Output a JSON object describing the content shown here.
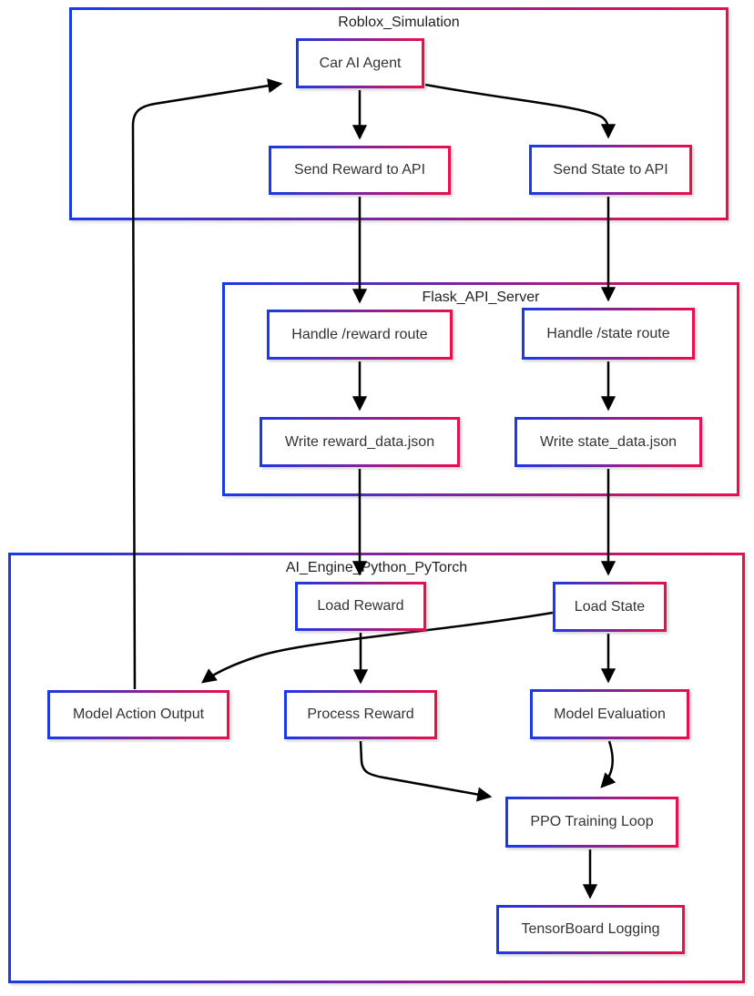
{
  "colors": {
    "gradient_start": "#1a3ae6",
    "gradient_end": "#ea0e4e",
    "edge": "#000000",
    "text": "#333333",
    "background": "#ffffff"
  },
  "containers": [
    {
      "id": "roblox",
      "label": "Roblox_Simulation"
    },
    {
      "id": "flask",
      "label": "Flask_API_Server"
    },
    {
      "id": "ai",
      "label": "AI_Engine_Python_PyTorch"
    }
  ],
  "nodes": [
    {
      "id": "car_ai_agent",
      "label": "Car AI Agent"
    },
    {
      "id": "send_reward_to_api",
      "label": "Send Reward to API"
    },
    {
      "id": "send_state_to_api",
      "label": "Send State to API"
    },
    {
      "id": "handle_reward_route",
      "label": "Handle /reward route"
    },
    {
      "id": "handle_state_route",
      "label": "Handle /state route"
    },
    {
      "id": "write_reward_json",
      "label": "Write reward_data.json"
    },
    {
      "id": "write_state_json",
      "label": "Write state_data.json"
    },
    {
      "id": "load_reward",
      "label": "Load Reward"
    },
    {
      "id": "load_state",
      "label": "Load State"
    },
    {
      "id": "model_action_output",
      "label": "Model Action Output"
    },
    {
      "id": "process_reward",
      "label": "Process Reward"
    },
    {
      "id": "model_evaluation",
      "label": "Model Evaluation"
    },
    {
      "id": "ppo_training_loop",
      "label": "PPO Training Loop"
    },
    {
      "id": "tensorboard_logging",
      "label": "TensorBoard Logging"
    }
  ],
  "edges": [
    {
      "from": "car_ai_agent",
      "to": "send_reward_to_api"
    },
    {
      "from": "car_ai_agent",
      "to": "send_state_to_api"
    },
    {
      "from": "send_reward_to_api",
      "to": "handle_reward_route"
    },
    {
      "from": "send_state_to_api",
      "to": "handle_state_route"
    },
    {
      "from": "handle_reward_route",
      "to": "write_reward_json"
    },
    {
      "from": "handle_state_route",
      "to": "write_state_json"
    },
    {
      "from": "write_reward_json",
      "to": "load_reward"
    },
    {
      "from": "write_state_json",
      "to": "load_state"
    },
    {
      "from": "load_reward",
      "to": "process_reward"
    },
    {
      "from": "load_state",
      "to": "model_evaluation"
    },
    {
      "from": "load_state",
      "to": "model_action_output"
    },
    {
      "from": "model_action_output",
      "to": "car_ai_agent"
    },
    {
      "from": "process_reward",
      "to": "ppo_training_loop"
    },
    {
      "from": "model_evaluation",
      "to": "ppo_training_loop"
    },
    {
      "from": "ppo_training_loop",
      "to": "tensorboard_logging"
    }
  ]
}
